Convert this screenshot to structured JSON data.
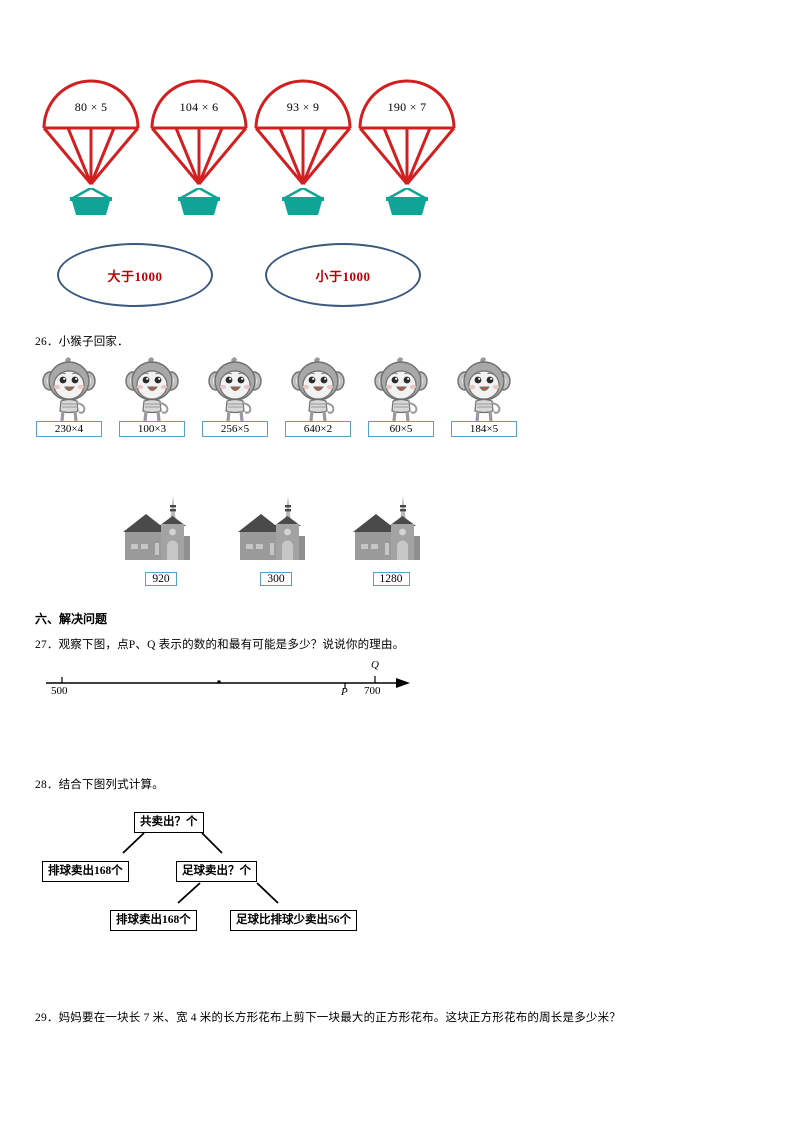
{
  "parachutes": [
    {
      "expr": "80 × 5"
    },
    {
      "expr": "104 × 6"
    },
    {
      "expr": "93 × 9"
    },
    {
      "expr": "190 × 7"
    }
  ],
  "ovals": [
    {
      "label": "大于1000"
    },
    {
      "label": "小于1000"
    }
  ],
  "q26": {
    "number_text": "26．小猴子回家．",
    "monkeys": [
      {
        "expr": "230×4"
      },
      {
        "expr": "100×3"
      },
      {
        "expr": "256×5"
      },
      {
        "expr": "640×2"
      },
      {
        "expr": "60×5"
      },
      {
        "expr": "184×5"
      }
    ],
    "houses": [
      {
        "value": "920"
      },
      {
        "value": "300"
      },
      {
        "value": "1280"
      }
    ]
  },
  "section6": {
    "heading": "六、解决问题"
  },
  "q27": {
    "number_text": "27．观察下图，点P、Q 表示的数的和最有可能是多少？说说你的理由。",
    "numberline": {
      "start_label": "500",
      "end_label": "700",
      "point_p": "P",
      "point_q": "Q"
    }
  },
  "q28": {
    "number_text": "28．结合下图列式计算。",
    "boxes": {
      "root": "共卖出？个",
      "left_child": "排球卖出168个",
      "right_child": "足球卖出？个",
      "grandchild_left": "排球卖出168个",
      "grandchild_right": "足球比排球少卖出56个"
    }
  },
  "q29": {
    "number_text": "29．妈妈要在一块长 7 米、宽 4 米的长方形花布上剪下一块最大的正方形花布。这块正方形花布的周长是多少米？"
  },
  "colors": {
    "parachute_red": "#d31f1f",
    "basket_teal": "#0fa596",
    "oval_blue": "#3a5a80",
    "oval_text_red": "#c00000",
    "box_blue": "#5b9fc4",
    "monkey_gray": "#a8a8a8",
    "house_gray": "#9a9a9a",
    "house_roof": "#4a4a4a"
  }
}
